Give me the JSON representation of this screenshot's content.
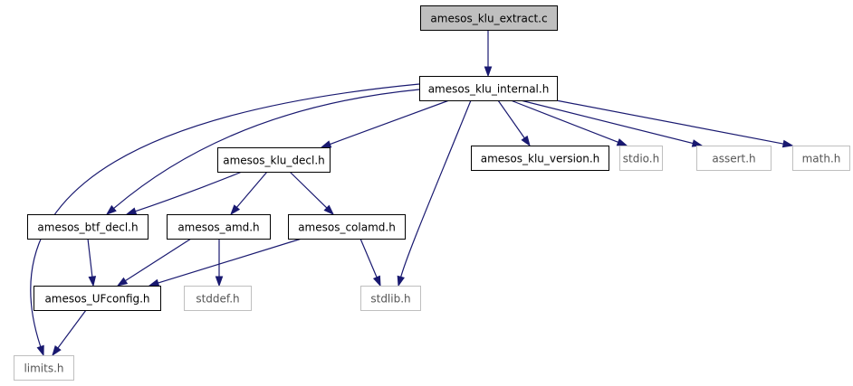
{
  "diagram": {
    "nodes": [
      {
        "id": "extract",
        "label": "amesos_klu_extract.c",
        "style": "root"
      },
      {
        "id": "internal",
        "label": "amesos_klu_internal.h",
        "style": "local"
      },
      {
        "id": "decl",
        "label": "amesos_klu_decl.h",
        "style": "local"
      },
      {
        "id": "version",
        "label": "amesos_klu_version.h",
        "style": "local"
      },
      {
        "id": "stdio",
        "label": "stdio.h",
        "style": "system"
      },
      {
        "id": "assert",
        "label": "assert.h",
        "style": "system"
      },
      {
        "id": "math",
        "label": "math.h",
        "style": "system"
      },
      {
        "id": "btf",
        "label": "amesos_btf_decl.h",
        "style": "local"
      },
      {
        "id": "amd",
        "label": "amesos_amd.h",
        "style": "local"
      },
      {
        "id": "colamd",
        "label": "amesos_colamd.h",
        "style": "local"
      },
      {
        "id": "ufconfig",
        "label": "amesos_UFconfig.h",
        "style": "local"
      },
      {
        "id": "stddef",
        "label": "stddef.h",
        "style": "system"
      },
      {
        "id": "stdlib",
        "label": "stdlib.h",
        "style": "system"
      },
      {
        "id": "limits",
        "label": "limits.h",
        "style": "system"
      }
    ],
    "edges": [
      {
        "from": "extract",
        "to": "internal"
      },
      {
        "from": "internal",
        "to": "decl"
      },
      {
        "from": "internal",
        "to": "version"
      },
      {
        "from": "internal",
        "to": "stdio"
      },
      {
        "from": "internal",
        "to": "assert"
      },
      {
        "from": "internal",
        "to": "math"
      },
      {
        "from": "internal",
        "to": "btf"
      },
      {
        "from": "internal",
        "to": "stdlib"
      },
      {
        "from": "internal",
        "to": "limits"
      },
      {
        "from": "decl",
        "to": "btf"
      },
      {
        "from": "decl",
        "to": "amd"
      },
      {
        "from": "decl",
        "to": "colamd"
      },
      {
        "from": "btf",
        "to": "ufconfig"
      },
      {
        "from": "amd",
        "to": "ufconfig"
      },
      {
        "from": "amd",
        "to": "stddef"
      },
      {
        "from": "colamd",
        "to": "ufconfig"
      },
      {
        "from": "colamd",
        "to": "stdlib"
      },
      {
        "from": "ufconfig",
        "to": "limits"
      }
    ],
    "colors": {
      "root_fill": "#bfbfbf",
      "root_stroke": "#000000",
      "local_fill": "#ffffff",
      "local_stroke": "#000000",
      "system_fill": "#ffffff",
      "system_stroke": "#bfbfbf",
      "system_text": "#555555",
      "text": "#000000",
      "edge": "#191970"
    }
  }
}
